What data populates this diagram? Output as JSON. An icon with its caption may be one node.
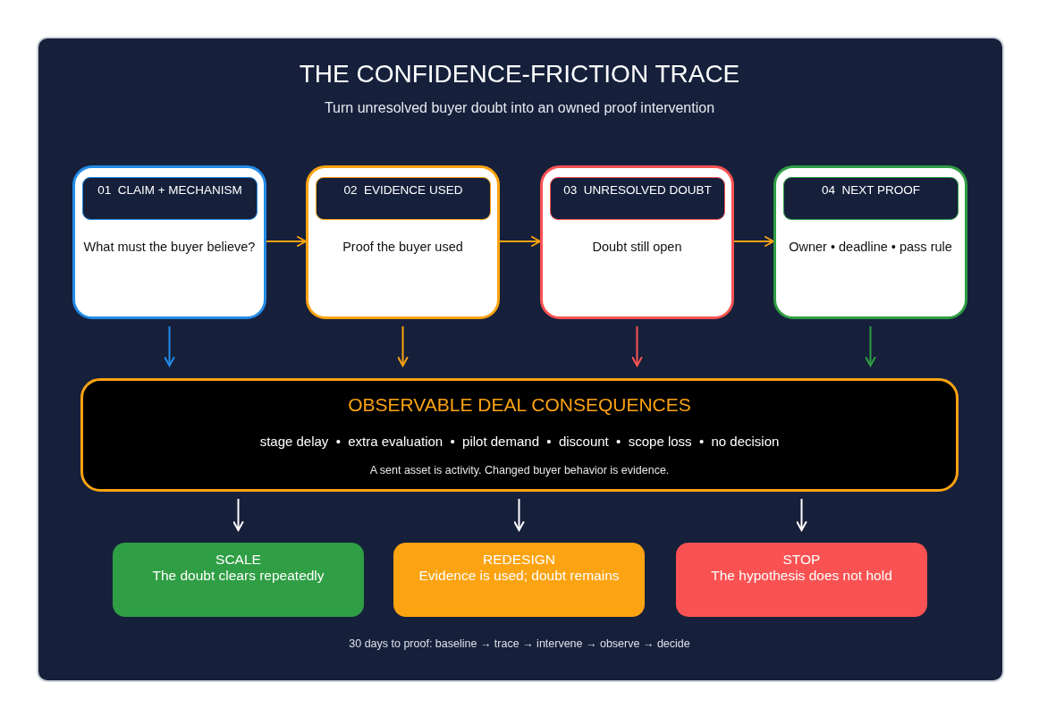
{
  "diagram": {
    "title": "THE CONFIDENCE-FRICTION TRACE",
    "nodes": [
      {
        "text": [
          "What must the buyer believe?"
        ]
      },
      {
        "text": [
          "01  CLAIM + MECHANISM"
        ],
        "in": 0
      },
      {
        "text": [
          "Proof the buyer used"
        ]
      },
      {
        "text": [
          "02  EVIDENCE USED"
        ],
        "in": 2
      },
      {
        "text": [
          "Doubt still open"
        ]
      },
      {
        "text": [
          "03  UNRESOLVED DOUBT"
        ],
        "in": 4
      },
      {
        "text": [
          "Owner • deadline • pass rule"
        ]
      },
      {
        "text": [
          "04  NEXT PROOF"
        ],
        "in": 6
      },
      {
        "text": [
          "OBSERVABLE DEAL CONSEQUENCES",
          "stage delay  •  extra evaluation  •  pilot demand  •  discount  •  scope loss  •  no decision",
          "A sent asset is activity. Changed buyer behavior is evidence."
        ]
      },
      {
        "text": [
          "SCALE",
          "The doubt clears repeatedly"
        ]
      },
      {
        "text": [
          "REDESIGN",
          "Evidence is used; doubt remains"
        ]
      },
      {
        "text": [
          "STOP",
          "The hypothesis does not hold"
        ]
      }
    ],
    "edges": [
      {
        "from": 0,
        "to": 2,
        "arrow": "to"
      },
      {
        "from": 2,
        "to": 4,
        "arrow": "to"
      },
      {
        "from": 4,
        "to": 6,
        "arrow": "to"
      },
      {
        "from": 0,
        "to": 8,
        "arrow": "to",
        "color": "#228be6"
      },
      {
        "from": 2,
        "to": 8,
        "arrow": "to"
      },
      {
        "from": 4,
        "to": 8,
        "arrow": "to",
        "color": "#fa5252"
      },
      {
        "from": 6,
        "to": 8,
        "arrow": "to",
        "color": "#2f9e44"
      },
      {
        "from": 8,
        "to": 9,
        "arrow": "to",
        "color": "#ffffff"
      },
      {
        "from": 8,
        "to": 10,
        "arrow": "to",
        "color": "#ffffff"
      },
      {
        "from": 8,
        "to": 11,
        "arrow": "to",
        "color": "#ffffff"
      }
    ],
    "labels": [
      "Turn unresolved buyer doubt into an owned proof intervention",
      "30 days to proof: baseline → trace → intervene → observe → decide"
    ]
  }
}
